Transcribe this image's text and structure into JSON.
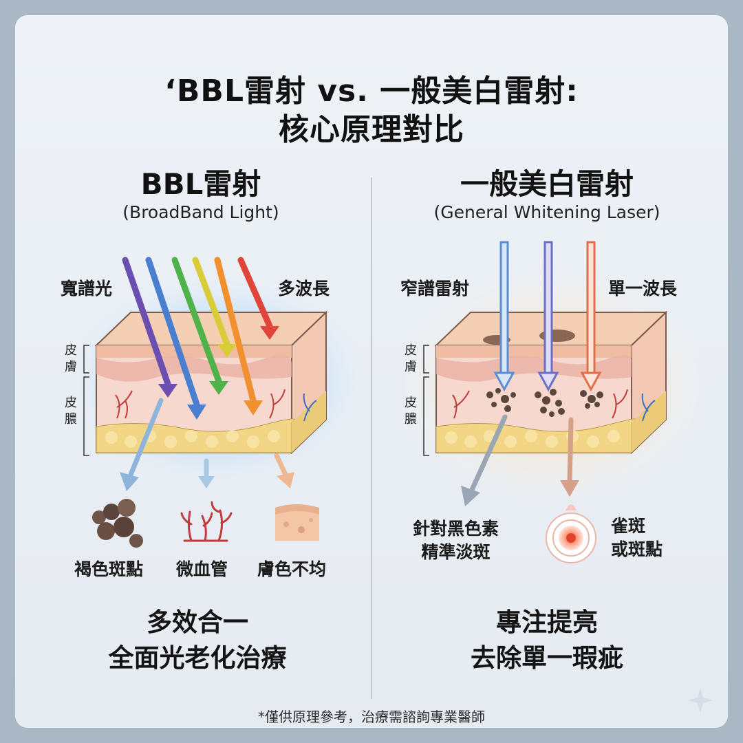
{
  "title": {
    "line1": "‘BBL雷射 vs. 一般美白雷射:",
    "line2": "核心原理對比"
  },
  "left": {
    "heading": "BBL雷射",
    "subheading": "(BroadBand Light)",
    "tag_left": "寬譜光",
    "tag_right": "多波長",
    "skin_label": "皮膚",
    "dermis_label": "皮膿",
    "targets": [
      "褐色斑點",
      "微血管",
      "膚色不均"
    ],
    "summary_line1": "多效合一",
    "summary_line2": "全面光老化治療",
    "beam_colors": [
      "#6b4fb0",
      "#3f7fd0",
      "#4fb24a",
      "#d6c93a",
      "#f0902f",
      "#e0443a"
    ]
  },
  "right": {
    "heading": "一般美白雷射",
    "subheading": "(General Whitening Laser)",
    "tag_left": "窄譜雷射",
    "tag_right": "單一波長",
    "skin_label": "皮膚",
    "dermis_label": "皮膿",
    "target_left": "針對黑色素\n精準淡斑",
    "target_right": "雀斑\n或斑點",
    "summary_line1": "專注提亮",
    "summary_line2": "去除單一瑕疵",
    "beam_colors": [
      "#5a8fd6",
      "#6a6fc8",
      "#e0704a"
    ]
  },
  "footnote": "*僅供原理參考，治療需諮詢專業醫師",
  "colors": {
    "skin_top": "#f0c2a3",
    "dermis": "#f6d4cc",
    "fat": "#f2d88c",
    "glow_left": "#7cc8ff",
    "glow_right": "#ffd9a8"
  }
}
